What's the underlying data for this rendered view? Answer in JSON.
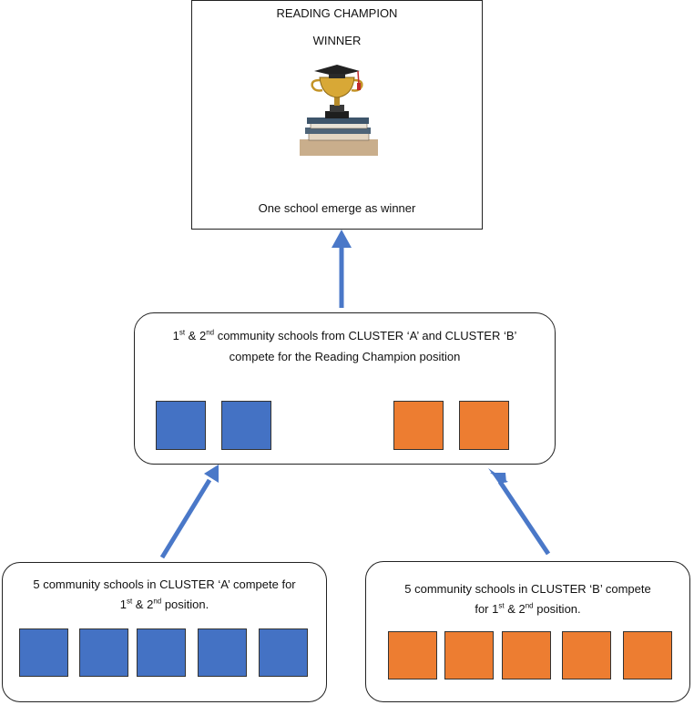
{
  "colors": {
    "cluster_a": "#4472C4",
    "cluster_b": "#ED7D31",
    "arrow": "#4A78C8"
  },
  "champion": {
    "title": "READING CHAMPION",
    "subtitle": "WINNER",
    "image_icon": "trophy-graduation-cap-books-icon",
    "caption": "One school emerge as winner"
  },
  "final_round": {
    "line1_a": "1",
    "line1_a_sup": "st",
    "line1_b": " & 2",
    "line1_b_sup": "nd",
    "line1_c": " community schools from CLUSTER  ‘A’ and CLUSTER  ‘B’",
    "line2": "compete for the Reading Champion position"
  },
  "cluster_a": {
    "line1": "5 community schools in CLUSTER ‘A’ compete for",
    "line2_a": "1",
    "line2_a_sup": "st",
    "line2_b": " & 2",
    "line2_b_sup": "nd",
    "line2_c": " position."
  },
  "cluster_b": {
    "line1": "5 community schools in CLUSTER ‘B’ compete",
    "line2_a": "for 1",
    "line2_a_sup": "st",
    "line2_b": " & 2",
    "line2_b_sup": "nd",
    "line2_c": " position."
  }
}
